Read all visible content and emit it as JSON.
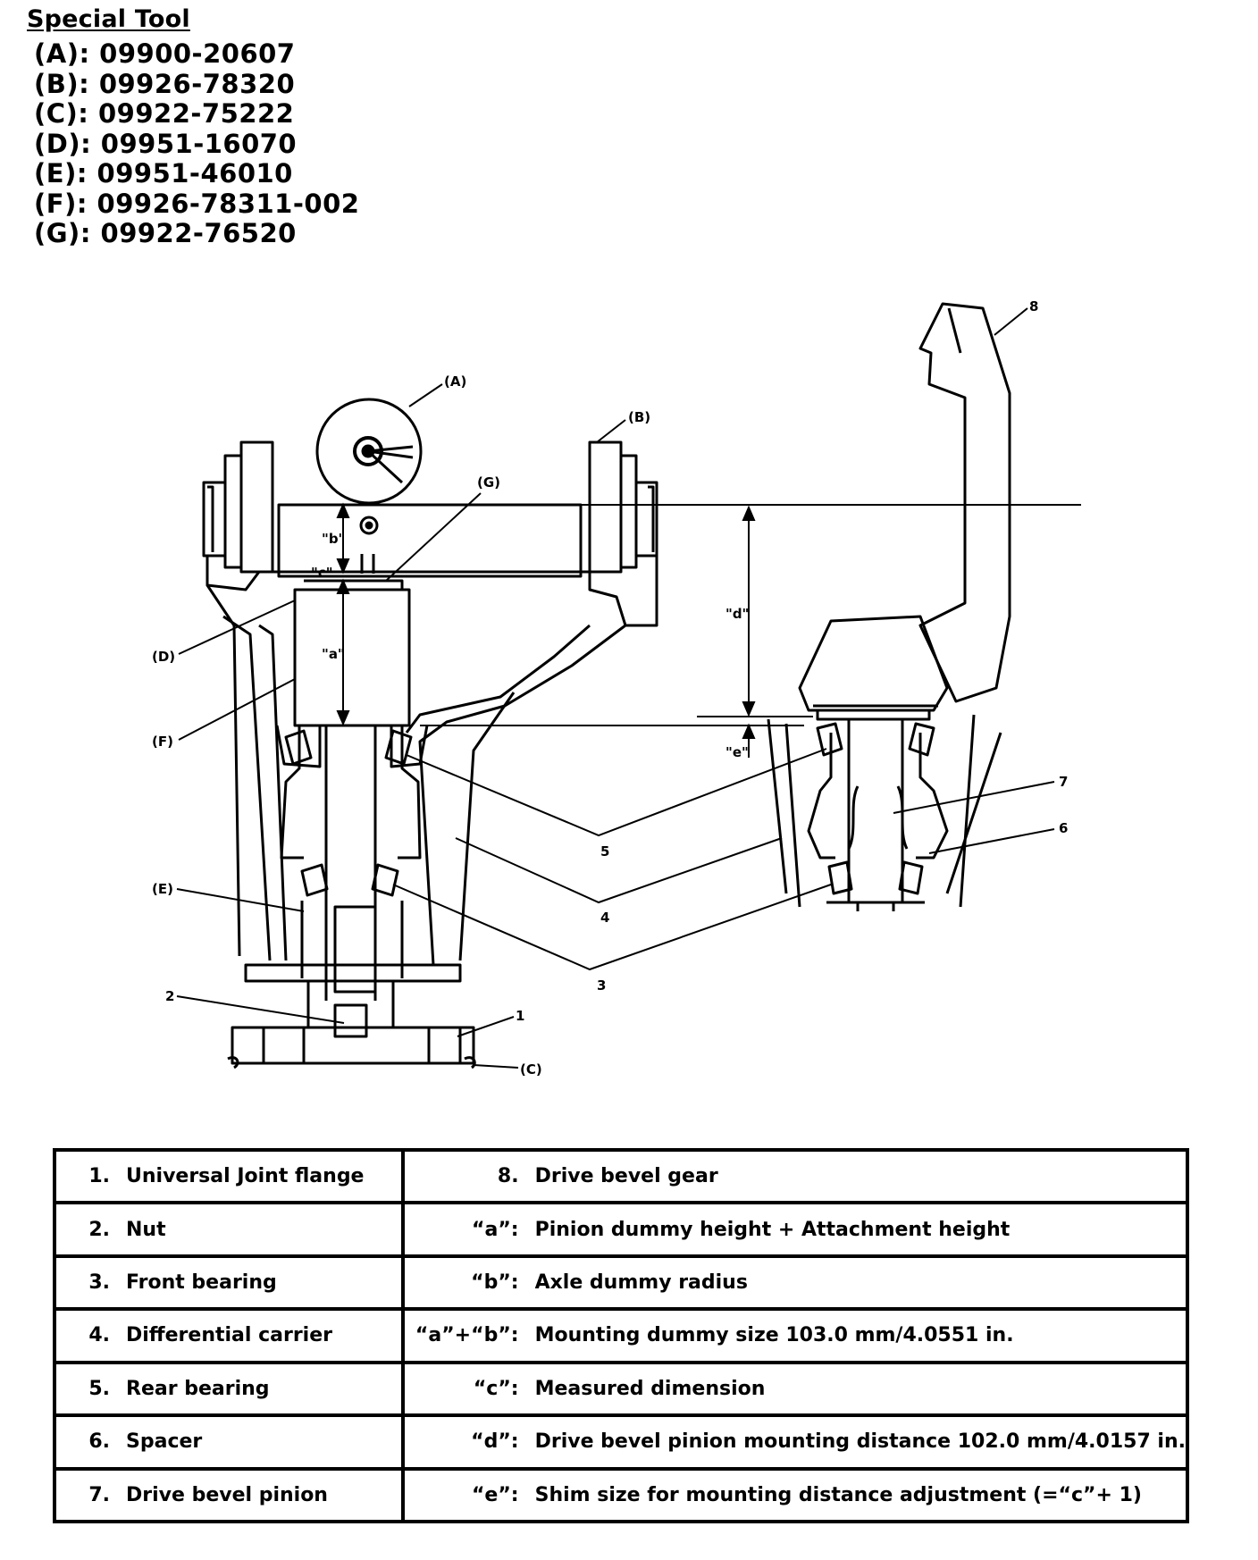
{
  "heading": "Special Tool",
  "tools": [
    {
      "id": "(A)",
      "part": "09900-20607"
    },
    {
      "id": "(B)",
      "part": "09926-78320"
    },
    {
      "id": "(C)",
      "part": "09922-75222"
    },
    {
      "id": "(D)",
      "part": "09951-16070"
    },
    {
      "id": "(E)",
      "part": "09951-46010"
    },
    {
      "id": "(F)",
      "part": "09926-78311-002"
    },
    {
      "id": "(G)",
      "part": "09922-76520"
    }
  ],
  "diagram_labels": {
    "A": "(A)",
    "B": "(B)",
    "C": "(C)",
    "D": "(D)",
    "E": "(E)",
    "F": "(F)",
    "G": "(G)",
    "n1": "1",
    "n2": "2",
    "n3": "3",
    "n4": "4",
    "n5": "5",
    "n6": "6",
    "n7": "7",
    "n8": "8",
    "a": "\"a\"",
    "b": "\"b\"",
    "c": "\"c\"",
    "d": "\"d\"",
    "e": "\"e\""
  },
  "legend": [
    {
      "num": "1.",
      "name": "Universal Joint flange",
      "key": "8.",
      "desc": "Drive bevel gear"
    },
    {
      "num": "2.",
      "name": "Nut",
      "key": "“a”:",
      "desc": "Pinion dummy height + Attachment height"
    },
    {
      "num": "3.",
      "name": "Front bearing",
      "key": "“b”:",
      "desc": "Axle dummy radius"
    },
    {
      "num": "4.",
      "name": "Differential carrier",
      "key": "“a”+“b”:",
      "desc": "Mounting dummy size 103.0 mm/4.0551 in."
    },
    {
      "num": "5.",
      "name": "Rear bearing",
      "key": "“c”:",
      "desc": "Measured dimension"
    },
    {
      "num": "6.",
      "name": "Spacer",
      "key": "“d”:",
      "desc": "Drive bevel pinion mounting distance 102.0 mm/4.0157 in."
    },
    {
      "num": "7.",
      "name": "Drive bevel pinion",
      "key": "“e”:",
      "desc": "Shim size for mounting distance adjustment (=“c”+ 1)"
    }
  ]
}
